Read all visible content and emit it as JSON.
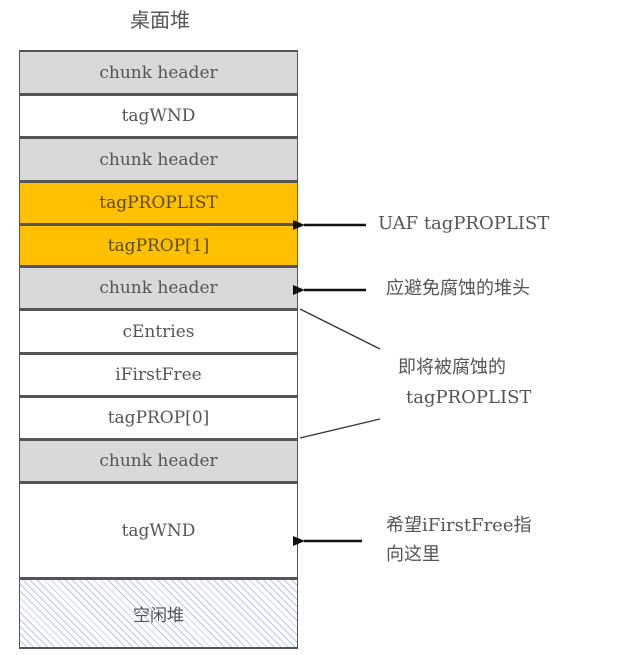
{
  "title": "桌面堆",
  "rows": [
    {
      "label": "chunk header",
      "kind": "header"
    },
    {
      "label": "tagWND",
      "kind": "normal"
    },
    {
      "label": "chunk header",
      "kind": "header"
    },
    {
      "label": "tagPROPLIST",
      "kind": "highlight"
    },
    {
      "label": "tagPROP[1]",
      "kind": "highlight"
    },
    {
      "label": "chunk header",
      "kind": "header"
    },
    {
      "label": "cEntries",
      "kind": "normal"
    },
    {
      "label": "iFirstFree",
      "kind": "normal"
    },
    {
      "label": "tagPROP[0]",
      "kind": "normal"
    },
    {
      "label": "chunk header",
      "kind": "header"
    },
    {
      "label": "tagWND",
      "kind": "normal"
    },
    {
      "label": "空闲堆",
      "kind": "free"
    }
  ],
  "annotations": {
    "uaf": "UAF tagPROPLIST",
    "avoid_corrupt": "应避免腐蚀的堆头",
    "to_be_corrupted_line1": "即将被腐蚀的",
    "to_be_corrupted_line2": "tagPROPLIST",
    "target_line1": "希望iFirstFree指",
    "target_line2": "向这里"
  },
  "colors": {
    "header": "#d9d9d9",
    "highlight": "#ffc000",
    "normal": "#ffffff",
    "free_hatch": "#b8c6ea",
    "border": "#555555"
  }
}
